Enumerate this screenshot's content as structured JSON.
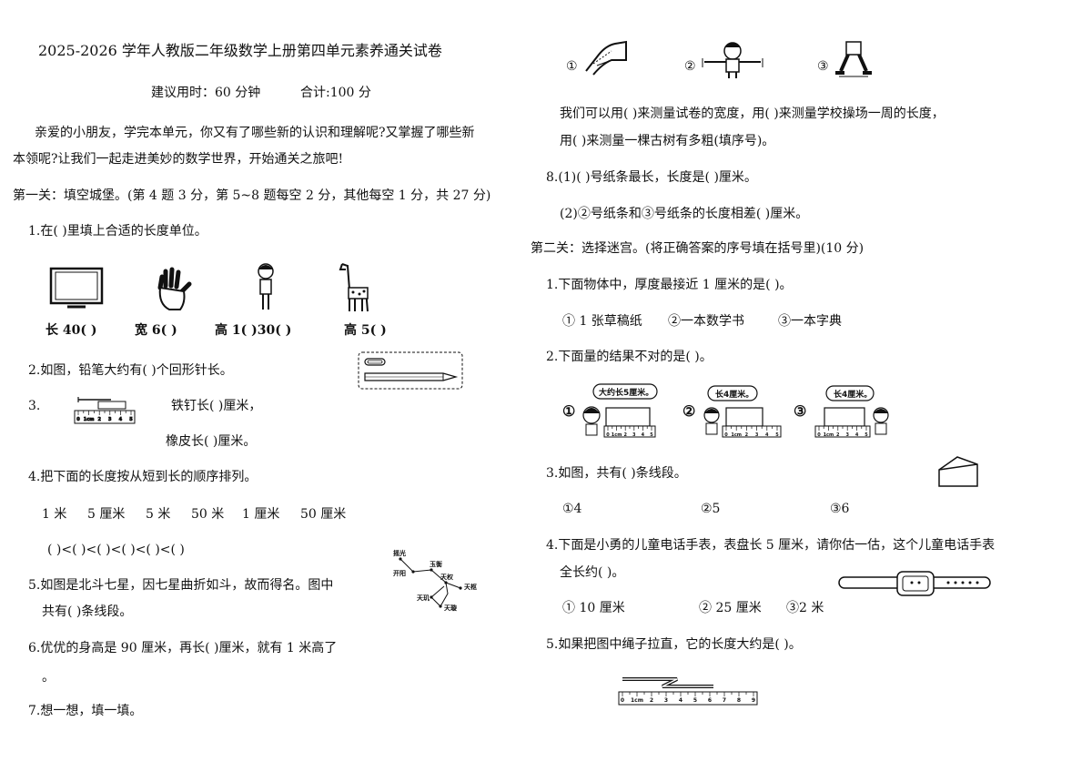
{
  "header": {
    "title": "2025-2026 学年人教版二年级数学上册第四单元素养通关试卷",
    "time_label": "建议用时：60 分钟",
    "total_label": "合计:100 分"
  },
  "intro": {
    "line1": "亲爱的小朋友，学完本单元，你又有了哪些新的认识和理解呢?又掌握了哪些新",
    "line2": "本领呢?让我们一起走进美妙的数学世界，开始通关之旅吧!"
  },
  "section1": {
    "title": "第一关：填空城堡。(第 4 题 3 分，第 5~8 题每空 2 分，其他每空 1 分，共 27 分)",
    "q1": {
      "text": "1.在(      )里填上合适的长度单位。",
      "labels": [
        "长 40(      )",
        "宽 6(      )",
        "高 1(      )30(      )",
        "高 5(      )"
      ]
    },
    "q2": {
      "text": "2.如图，铅笔大约有(      )个回形针长。"
    },
    "q3": {
      "num": "3.",
      "nail": "铁钉长(      )厘米，",
      "eraser": "橡皮长(      )厘米。"
    },
    "q4": {
      "text": "4.把下面的长度按从短到长的顺序排列。",
      "items": [
        "1 米",
        "5 厘米",
        "5 米",
        "50 米",
        "1 厘米",
        "50 厘米"
      ],
      "order_line": "(        )<(        )<(        )<(        )<(        )<(        )"
    },
    "q5": {
      "line1": "5.如图是北斗七星，因七星曲折如斗，故而得名。图中",
      "line2": "共有(      )条线段。",
      "stars": [
        "摇光",
        "开阳",
        "玉衡",
        "天权",
        "天枢",
        "天玑",
        "天璇"
      ]
    },
    "q6": {
      "line1": "6.优优的身高是 90 厘米，再长(      )厘米，就有 1 米高了",
      "line2": "。"
    },
    "q7": {
      "text": "7.想一想，填一填。"
    }
  },
  "right": {
    "pic_nums": [
      "①",
      "②",
      "③"
    ],
    "q7_line1": "我们可以用(      )来测量试卷的宽度，用(      )来测量学校操场一周的长度，",
    "q7_line2": "用(      )来测量一棵古树有多粗(填序号)。",
    "q8_line1": "8.(1)(      )号纸条最长，长度是(      )厘米。",
    "q8_line2": "(2)②号纸条和③号纸条的长度相差(      )厘米。"
  },
  "section2": {
    "title": "第二关：选择迷宫。(将正确答案的序号填在括号里)(10 分)",
    "q1": {
      "text": "1.下面物体中，厚度最接近 1 厘米的是(      )。",
      "options": [
        "① 1 张草稿纸",
        "②一本数学书",
        "③一本字典"
      ]
    },
    "q2": {
      "text": "2.下面量的结果不对的是(      )。",
      "bubbles": [
        "大约长5厘米。",
        "长4厘米。",
        "长4厘米。"
      ],
      "nums": [
        "①",
        "②",
        "③"
      ]
    },
    "q3": {
      "text": "3.如图，共有(      )条线段。",
      "options": [
        "①4",
        "②5",
        "③6"
      ]
    },
    "q4": {
      "line1": "4.下面是小勇的儿童电话手表，表盘长 5 厘米，请你估一估，这个儿童电话手表",
      "line2": "全长约(      )。",
      "options": [
        "① 10 厘米",
        "② 25 厘米",
        "③2 米"
      ]
    },
    "q5": {
      "text": "5.如果把图中绳子拉直，它的长度大约是(      )。"
    }
  },
  "ruler": {
    "short": [
      "0",
      "1cm",
      "2",
      "3",
      "4",
      "5"
    ],
    "long": [
      "0",
      "1cm",
      "2",
      "3",
      "4",
      "5",
      "6",
      "7",
      "8",
      "9"
    ]
  }
}
